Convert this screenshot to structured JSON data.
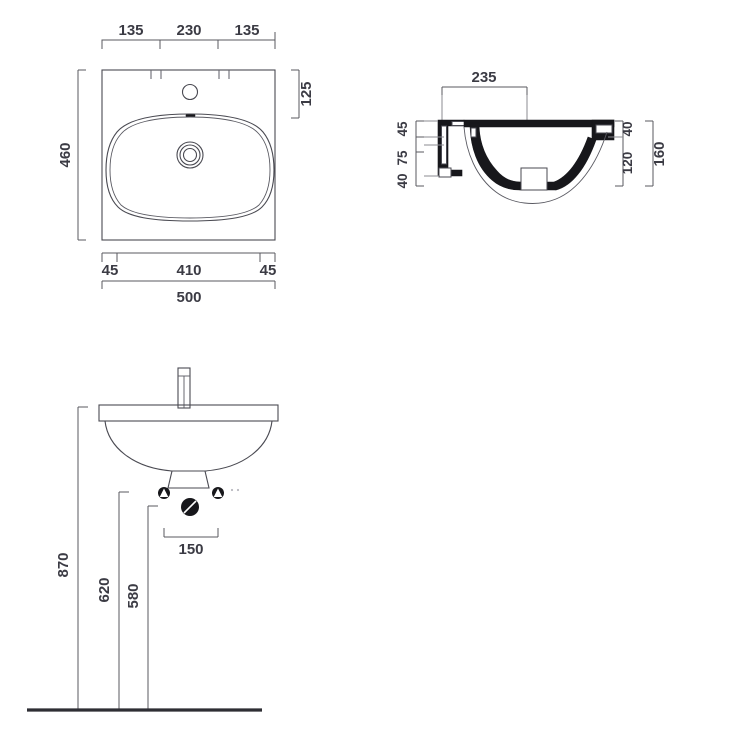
{
  "document": {
    "kind": "technical-dimension-drawing",
    "subject": "wash basin / vanity sink",
    "units_note": "mm",
    "background_color": "#ffffff",
    "line_color": "#4a4a52",
    "dimension_color": "#58585f",
    "text_color": "#3b3b44",
    "solid_section_color": "#17171b"
  },
  "views": {
    "top": {
      "name": "top-view",
      "dimensions": {
        "top_chain": [
          "135",
          "230",
          "135"
        ],
        "left_overall": "460",
        "right_depth": "125",
        "bottom_chain": [
          "45",
          "410",
          "45"
        ],
        "bottom_overall": "500"
      },
      "features": {
        "tap_hole": "circle",
        "drain": "concentric-circles",
        "overflow": "small-slot",
        "knockout_ticks": 4
      }
    },
    "side": {
      "name": "side-section-view",
      "dimensions": {
        "top_width": "235",
        "left_chain_bottom_to_top": [
          "40",
          "75",
          "45"
        ],
        "right_chain_top_to_bottom": [
          "40",
          "120"
        ],
        "right_overall": "160"
      }
    },
    "elevation": {
      "name": "front-elevation-view",
      "dimensions": {
        "height_overall": "870",
        "height_mid": "620",
        "height_low": "580",
        "spread": "150"
      },
      "features": {
        "tap_riser": "rectangular-spout",
        "rim": "counter-rim-bar",
        "bowl": "curved-underbowl",
        "trap_stub": "drain-outlet",
        "supply_symbols": 2,
        "waste_symbol": 1,
        "floor": "floor-line"
      }
    }
  }
}
